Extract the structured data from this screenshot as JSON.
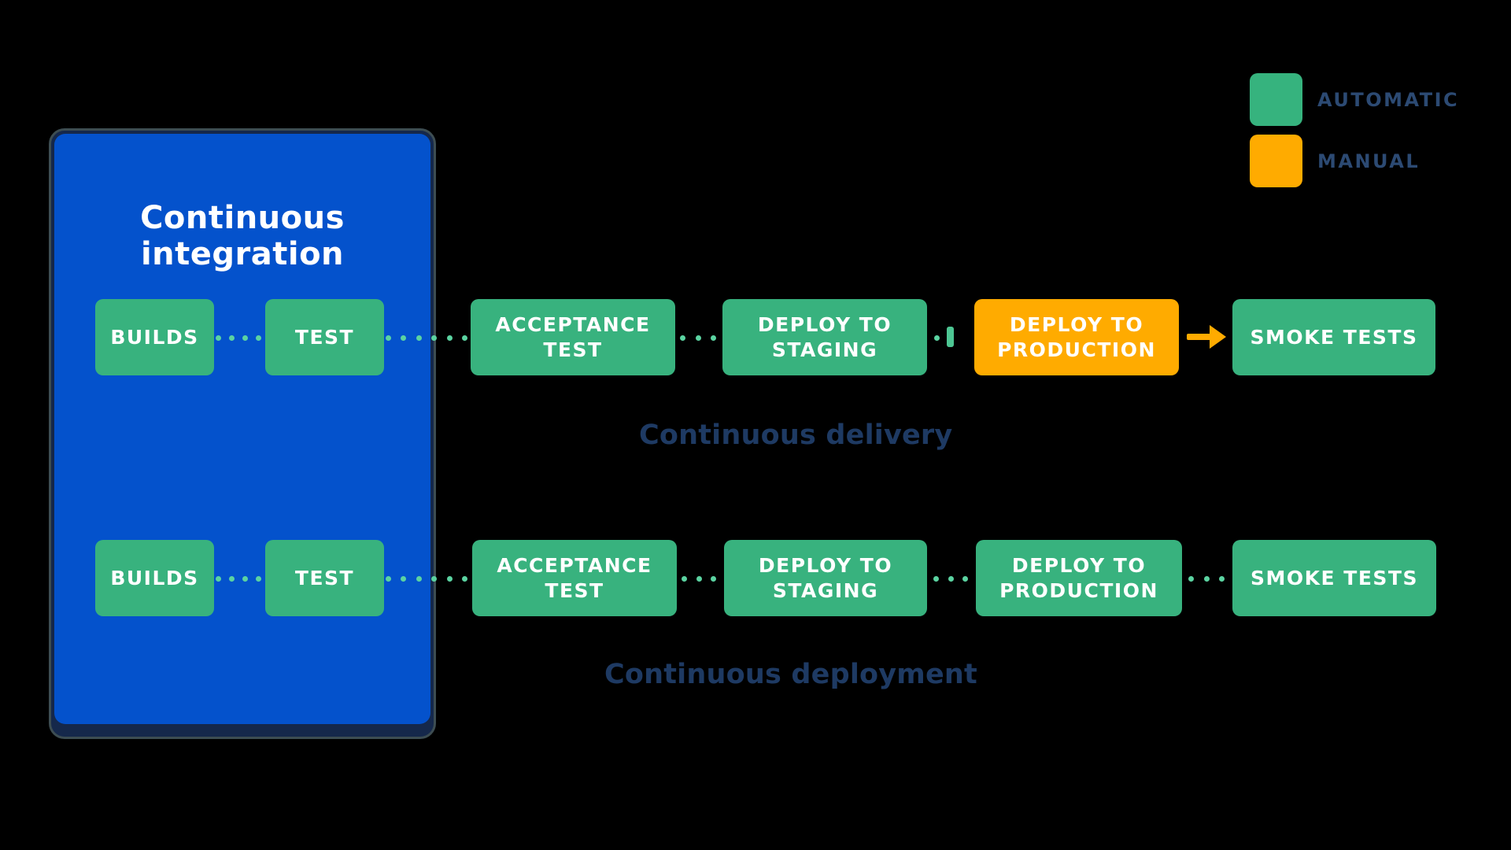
{
  "legend": {
    "automatic": {
      "label": "AUTOMATIC",
      "color": "#36b37e"
    },
    "manual": {
      "label": "MANUAL",
      "color": "#ffab00"
    }
  },
  "ci": {
    "title": "Continuous integration",
    "color": "#0452cc"
  },
  "delivery": {
    "caption": "Continuous delivery",
    "steps": {
      "builds": {
        "label": "BUILDS",
        "mode": "automatic"
      },
      "test": {
        "label": "TEST",
        "mode": "automatic"
      },
      "acceptance": {
        "label": "ACCEPTANCE TEST",
        "mode": "automatic"
      },
      "staging": {
        "label": "DEPLOY TO STAGING",
        "mode": "automatic"
      },
      "production": {
        "label": "DEPLOY TO PRODUCTION",
        "mode": "manual"
      },
      "smoke": {
        "label": "SMOKE TESTS",
        "mode": "automatic"
      }
    }
  },
  "deployment": {
    "caption": "Continuous deployment",
    "steps": {
      "builds": {
        "label": "BUILDS",
        "mode": "automatic"
      },
      "test": {
        "label": "TEST",
        "mode": "automatic"
      },
      "acceptance": {
        "label": "ACCEPTANCE TEST",
        "mode": "automatic"
      },
      "staging": {
        "label": "DEPLOY TO STAGING",
        "mode": "automatic"
      },
      "production": {
        "label": "DEPLOY TO PRODUCTION",
        "mode": "automatic"
      },
      "smoke": {
        "label": "SMOKE TESTS",
        "mode": "automatic"
      }
    }
  },
  "colors": {
    "automatic_box": "#38b27e",
    "manual_box": "#ffab00",
    "connector_dot": "#5bd3a1",
    "ci_box_fill": "#0452cc",
    "caption_text": "#1e3a63",
    "legend_text": "#2c4a73",
    "box_text": "#ffffff",
    "background": "#000000"
  }
}
